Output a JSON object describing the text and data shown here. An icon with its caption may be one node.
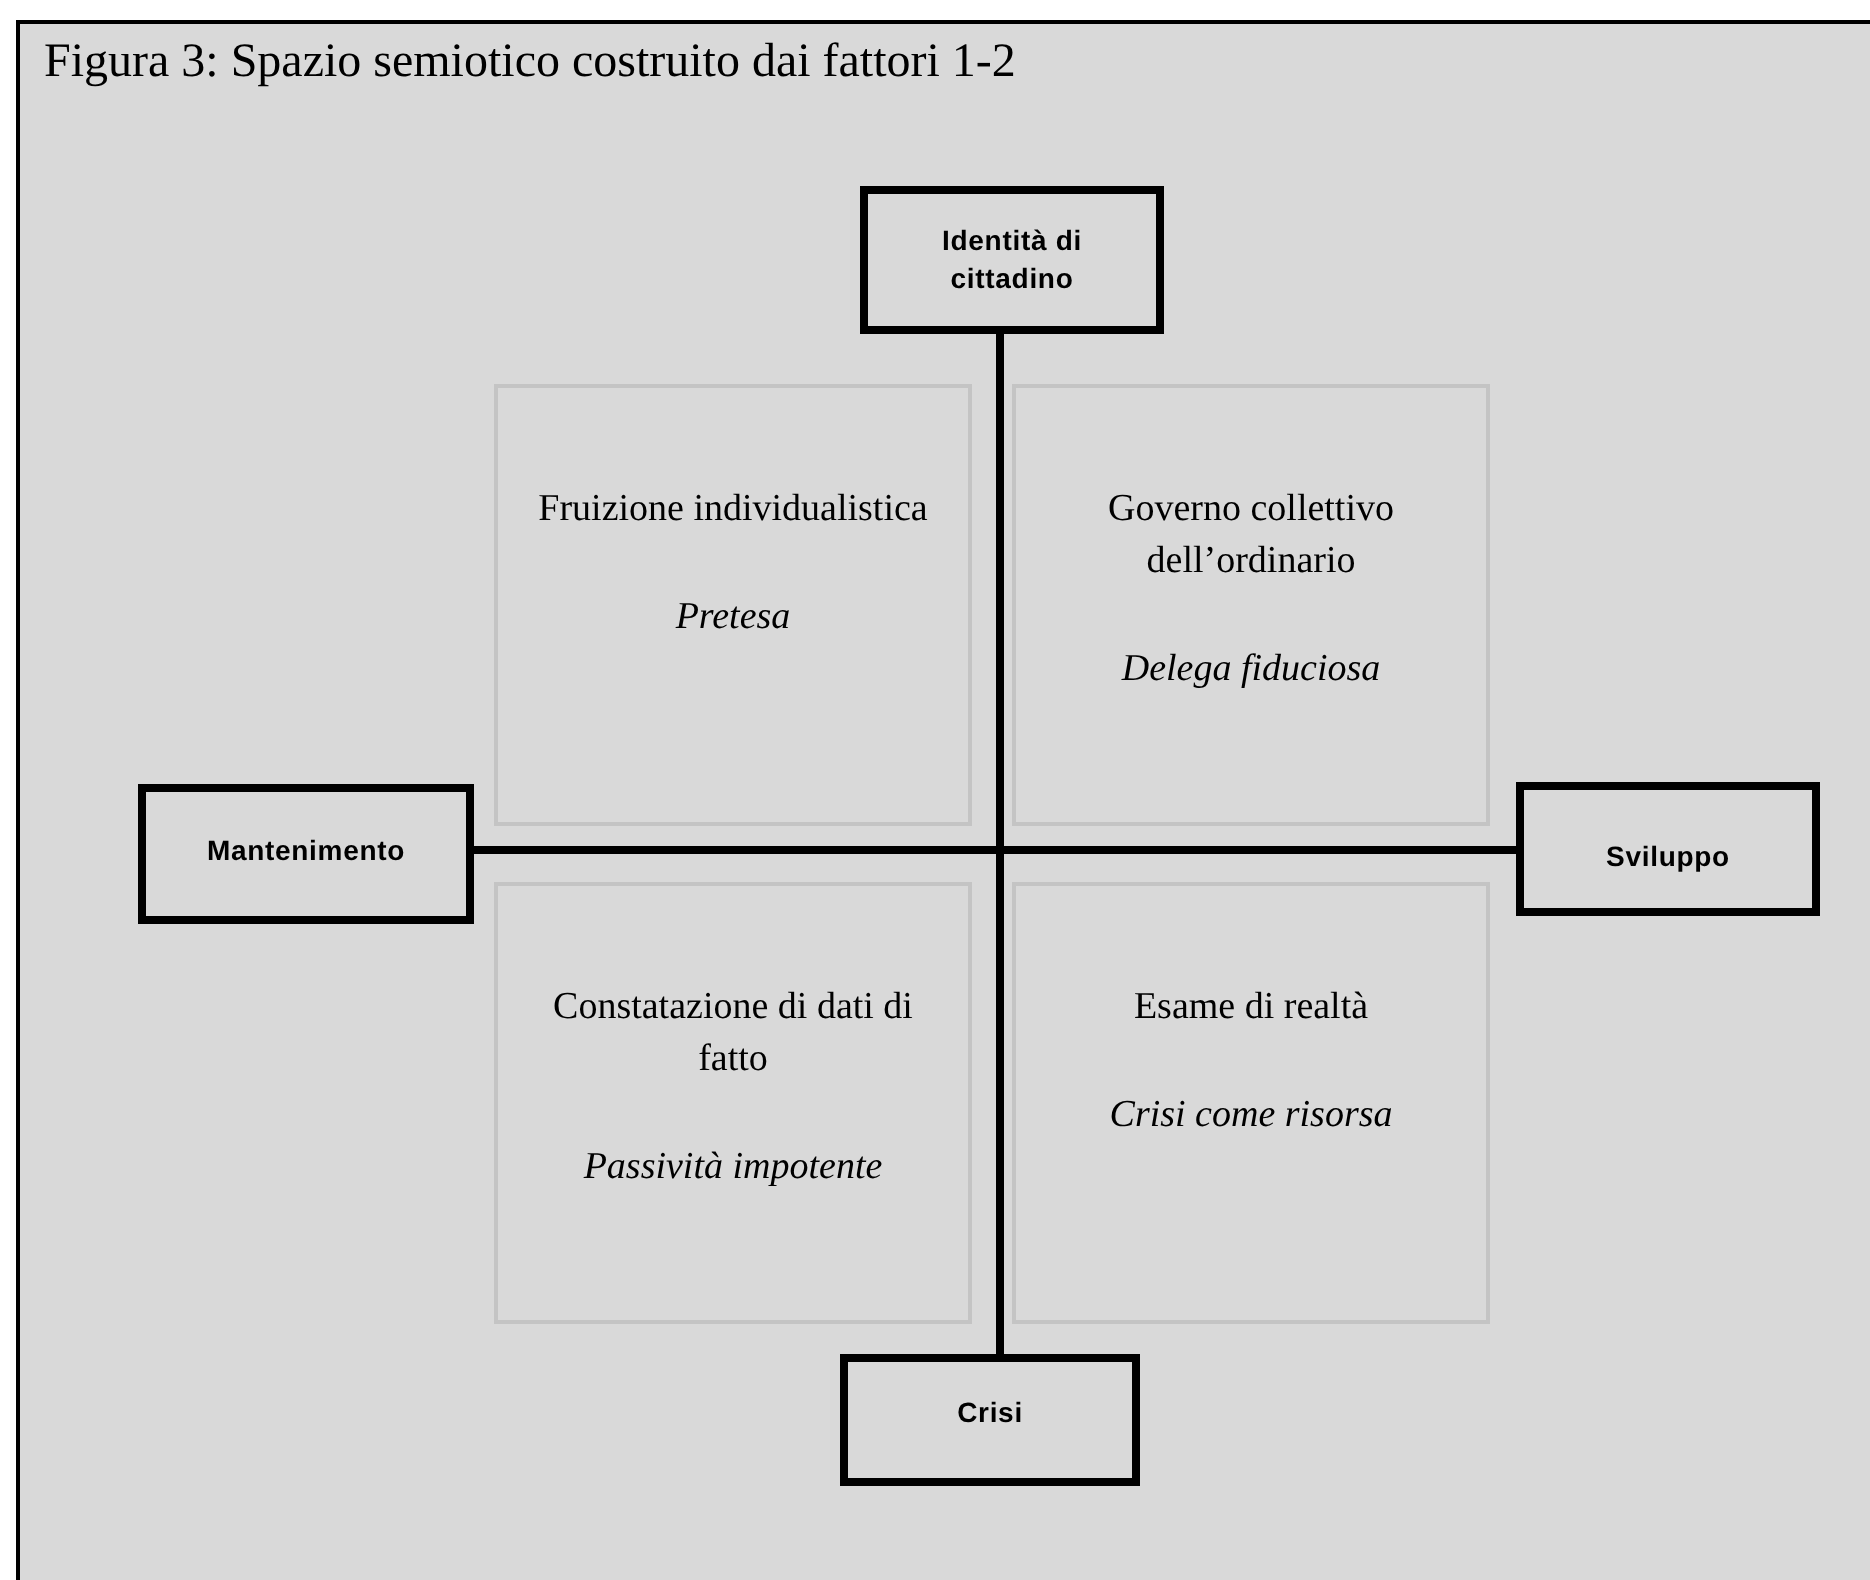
{
  "diagram": {
    "title": "Figura 3: Spazio semiotico costruito dai fattori 1-2",
    "nodes": [
      {
        "text": [
          "Identità di cittadino"
        ]
      },
      {
        "text": [
          "Mantenimento"
        ]
      },
      {
        "text": [
          "Sviluppo"
        ]
      },
      {
        "text": [
          "Crisi"
        ]
      },
      {
        "text": [
          "Fruizione individualistica",
          "Pretesa"
        ]
      },
      {
        "text": [
          "Governo collettivo dell’ordinario",
          "Delega fiduciosa"
        ]
      },
      {
        "text": [
          "Constatazione di dati di fatto",
          "Passività impotente"
        ]
      },
      {
        "text": [
          "Esame di realtà",
          "Crisi come risorsa"
        ]
      }
    ],
    "edges": [
      {
        "from": 0,
        "to": 3,
        "arrow": "none"
      },
      {
        "from": 1,
        "to": 2,
        "arrow": "none"
      }
    ]
  }
}
